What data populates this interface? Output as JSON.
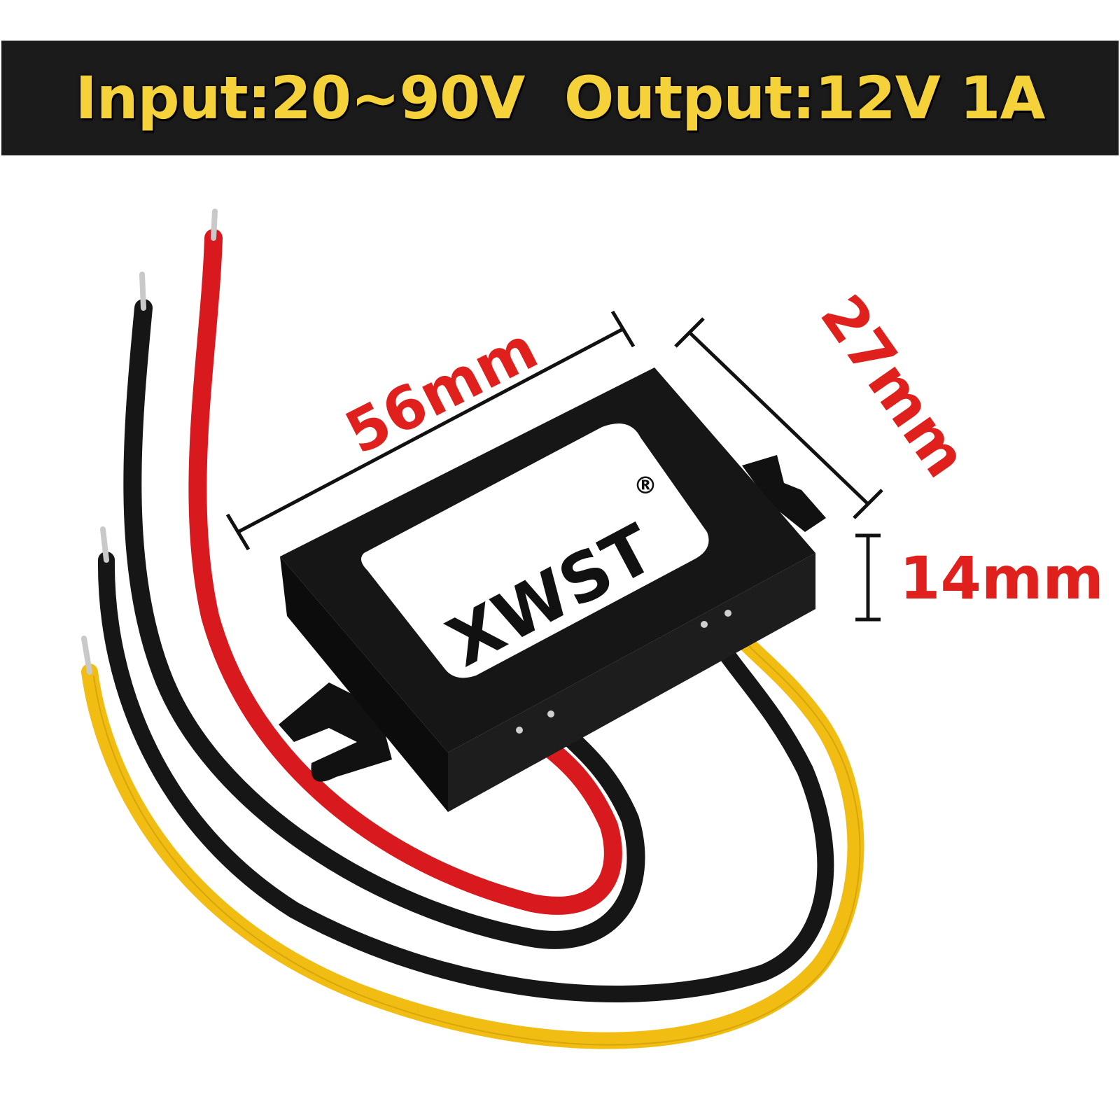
{
  "banner": {
    "text": "Input:20~90V  Output:12V 1A"
  },
  "product": {
    "brand_label": "XWST",
    "registered_mark": "®"
  },
  "dimensions": {
    "length": "56mm",
    "width": "27mm",
    "height": "14mm"
  },
  "colors": {
    "banner_background": "#1b1b1b",
    "banner_text": "#f5d23a",
    "dimension_text": "#e0201c",
    "wire_red": "#d8191e",
    "wire_black": "#161616",
    "wire_yellow": "#f2bd12",
    "case": "#151515"
  }
}
